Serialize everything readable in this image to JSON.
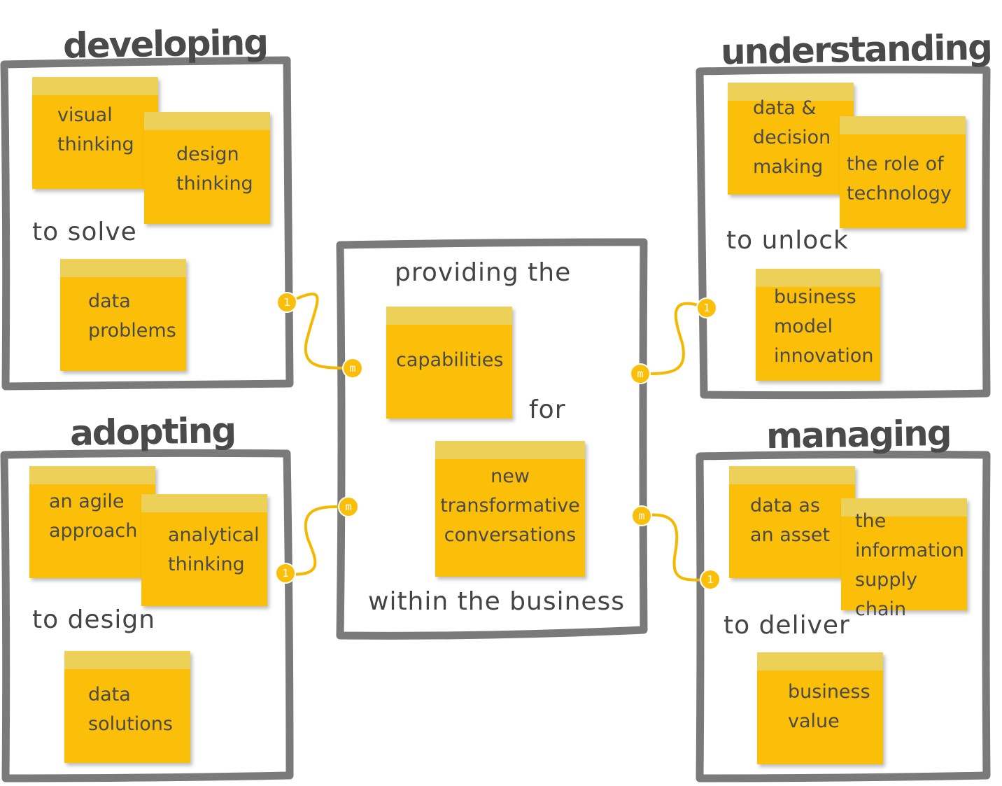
{
  "colors": {
    "frame": "#7a7a7a",
    "note": "#fbbf0a",
    "note_band": "#ecd058",
    "connector": "#f5b800",
    "text": "#444444"
  },
  "center": {
    "top_text": "providing the",
    "note_capabilities": "capabilities",
    "for_text": "for",
    "note_conversations": "new\ntransformative\nconversations",
    "bottom_text": "within the business"
  },
  "developing": {
    "title": "developing",
    "notes": [
      "visual\nthinking",
      "design\nthinking"
    ],
    "phrase": "to solve",
    "target": "data\nproblems"
  },
  "understanding": {
    "title": "understanding",
    "notes": [
      "data &\ndecision\nmaking",
      "the role of\ntechnology"
    ],
    "phrase": "to unlock",
    "target": "business\nmodel\ninnovation"
  },
  "adopting": {
    "title": "adopting",
    "notes": [
      "an agile\napproach",
      "analytical\nthinking"
    ],
    "phrase": "to design",
    "target": "data\nsolutions"
  },
  "managing": {
    "title": "managing",
    "notes": [
      "data as\nan asset",
      "the\ninformation\nsupply chain"
    ],
    "phrase": "to deliver",
    "target": "business\nvalue"
  },
  "connectors": {
    "developing": {
      "one": "1",
      "many": "m"
    },
    "understanding": {
      "one": "1",
      "many": "m"
    },
    "adopting": {
      "one": "1",
      "many": "m"
    },
    "managing": {
      "one": "1",
      "many": "m"
    }
  }
}
